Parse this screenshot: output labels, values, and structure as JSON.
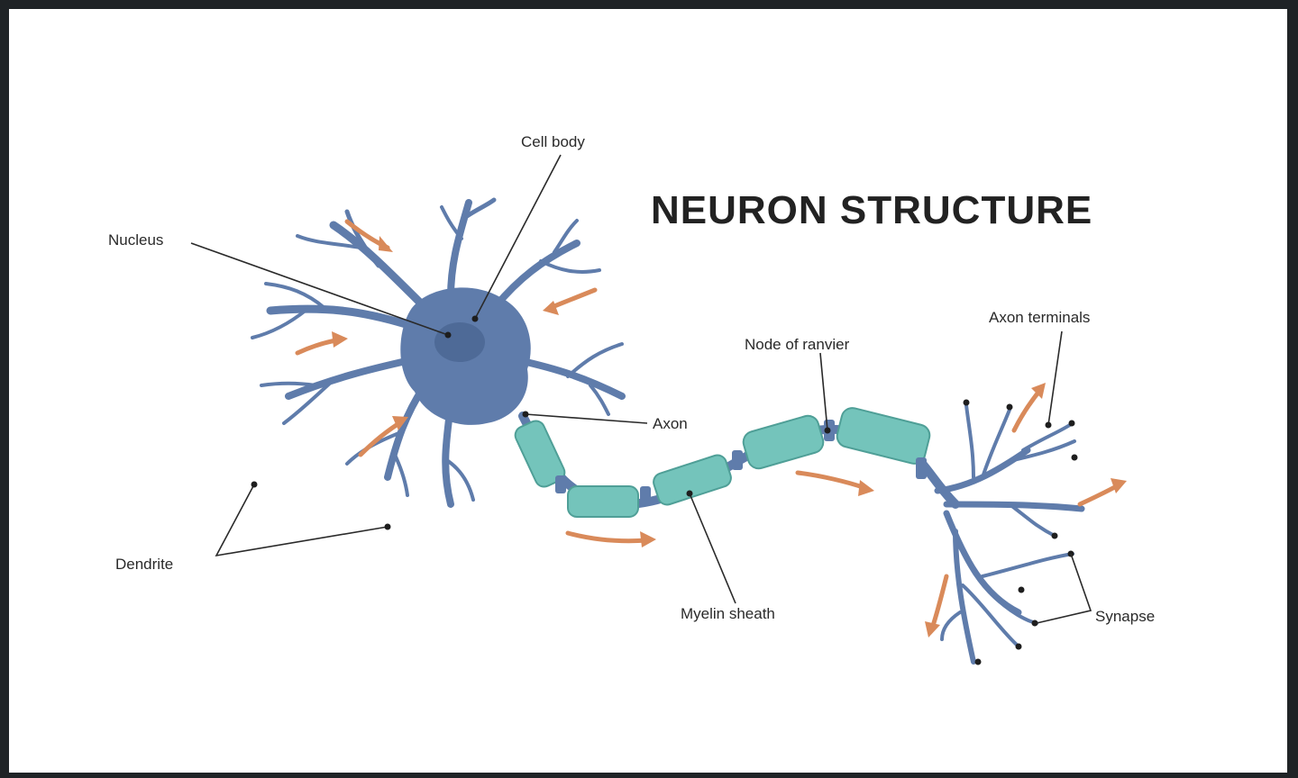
{
  "diagram": {
    "title": "NEURON STRUCTURE",
    "labels": {
      "cell_body": "Cell body",
      "nucleus": "Nucleus",
      "axon": "Axon",
      "node_of_ranvier": "Node of ranvier",
      "axon_terminals": "Axon terminals",
      "dendrite": "Dendrite",
      "myelin_sheath": "Myelin sheath",
      "synapse": "Synapse"
    },
    "colors": {
      "neuron_body": "#5f7cab",
      "myelin": "#74c4bb",
      "signal_arrows": "#d98a5a",
      "text": "#2a2a2a"
    }
  }
}
